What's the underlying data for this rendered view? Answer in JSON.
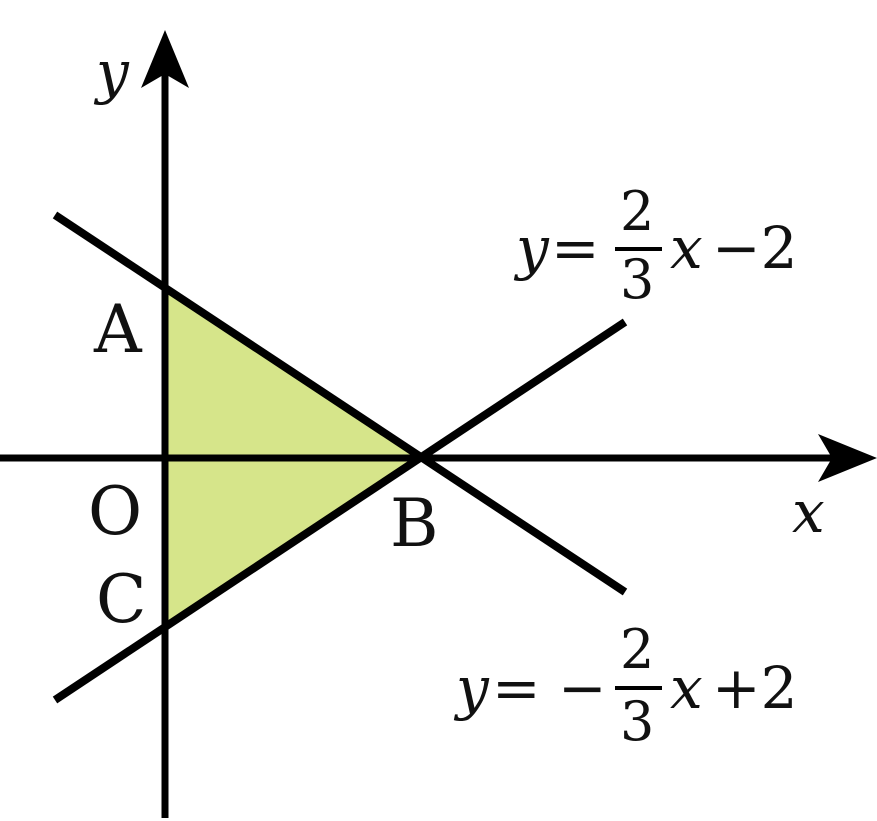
{
  "axes": {
    "x_label": "x",
    "y_label": "y",
    "origin_label": "O"
  },
  "points": {
    "A": "A",
    "B": "B",
    "C": "C"
  },
  "lines": {
    "upper": {
      "y": "y",
      "eq": "=",
      "sign": "",
      "numerator": "2",
      "denominator": "3",
      "x": "x",
      "tail": "−2"
    },
    "lower": {
      "y": "y",
      "eq": "=",
      "sign": "−",
      "numerator": "2",
      "denominator": "3",
      "x": "x",
      "tail": "+2"
    }
  },
  "colors": {
    "shade": "#d6e58a",
    "stroke": "#000000"
  }
}
